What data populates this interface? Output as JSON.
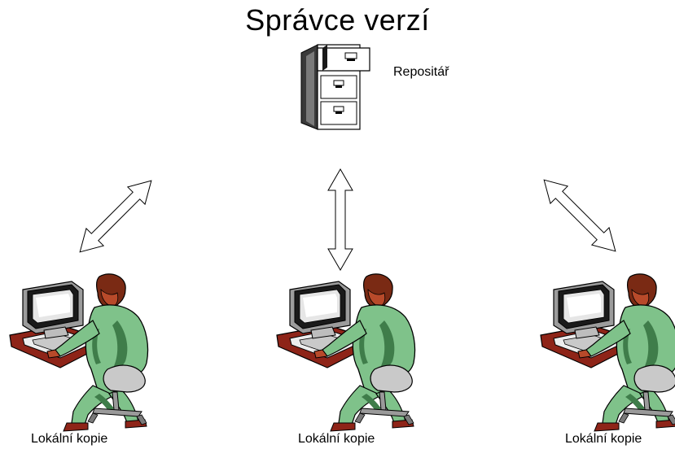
{
  "title": "Správce verzí",
  "repository": {
    "label": "Repositář",
    "icon": "file-cabinet-icon"
  },
  "clients": [
    {
      "label": "Lokální kopie",
      "icon": "computer-user-icon"
    },
    {
      "label": "Lokální kopie",
      "icon": "computer-user-icon"
    },
    {
      "label": "Lokální kopie",
      "icon": "computer-user-icon"
    }
  ],
  "connections": [
    {
      "type": "bidirectional-arrow"
    },
    {
      "type": "bidirectional-arrow"
    },
    {
      "type": "bidirectional-arrow"
    }
  ],
  "colors": {
    "shirt": "#7fc28a",
    "shirt_dark": "#3f7d4a",
    "hair": "#7a2a14",
    "skin": "#b84a2a",
    "desk": "#8e2418",
    "monitor": "#d8d8d8",
    "cabinet": "#ffffff",
    "cabinet_side": "#3a3a3a"
  }
}
